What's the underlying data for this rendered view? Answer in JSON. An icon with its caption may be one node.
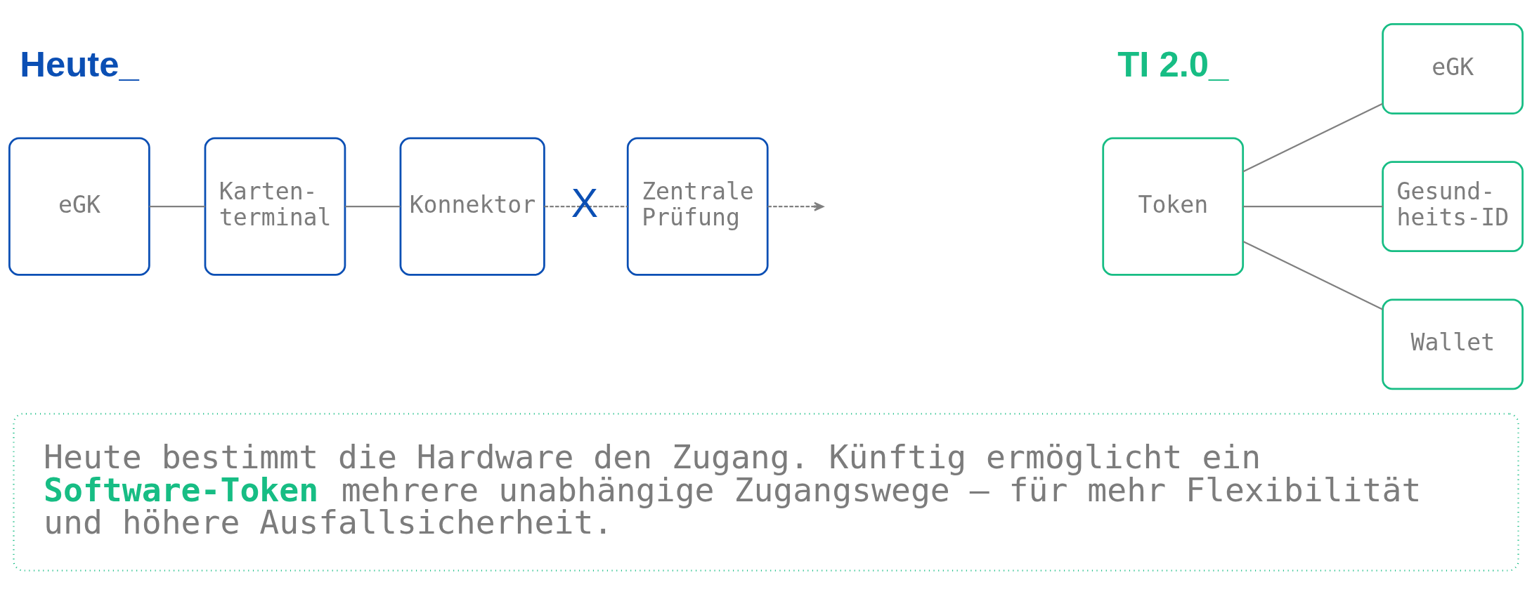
{
  "diagram": {
    "nodes": [
      {
        "text": [
          "eGK"
        ]
      },
      {
        "text": [
          "Karten- terminal"
        ]
      },
      {
        "text": [
          "Konnektor"
        ]
      },
      {
        "text": [
          "Zentrale Prüfung"
        ]
      },
      {
        "text": [
          "Token"
        ]
      },
      {
        "text": [
          "eGK"
        ]
      },
      {
        "text": [
          "Gesund- heits-ID"
        ]
      },
      {
        "text": [
          "Wallet"
        ]
      },
      {
        "text": [
          "Heute bestimmt die Hardware den Zugang. Künftig ermöglicht ein **Software-Token** mehrere unabhängige Zugangswege — für mehr Flexibilität und höhere Ausfallsicherheit."
        ]
      }
    ],
    "edges": [
      {
        "from": 0,
        "to": 1,
        "arrow": "none"
      },
      {
        "from": 1,
        "to": 2,
        "arrow": "none"
      },
      {
        "from": 2,
        "to": 3,
        "arrow": "none",
        "label": "X",
        "style": "dashed"
      },
      {
        "from": 3,
        "to": null,
        "arrow": "to",
        "style": "dashed"
      },
      {
        "from": 4,
        "to": 5,
        "arrow": "none"
      },
      {
        "from": 4,
        "to": 6,
        "arrow": "none"
      },
      {
        "from": 4,
        "to": 7,
        "arrow": "none"
      }
    ],
    "labels": [
      "Heute_",
      "TI 2.0_"
    ]
  }
}
